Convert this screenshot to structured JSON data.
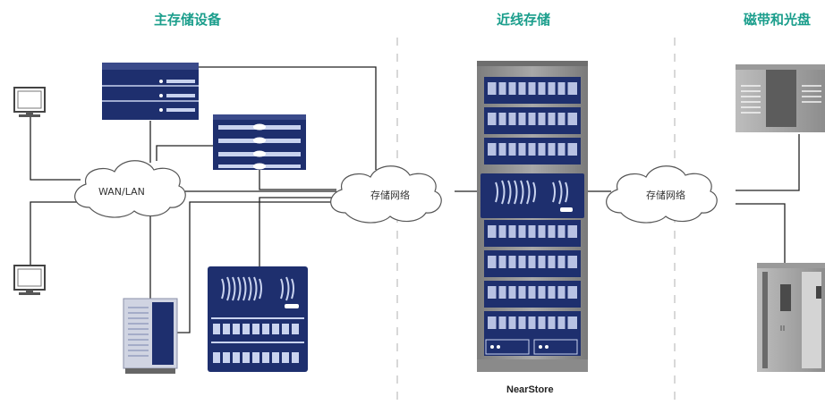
{
  "sections": {
    "primary_storage": "主存储设备",
    "nearline_storage": "近线存储",
    "tape_optical": "磁带和光盘"
  },
  "clouds": {
    "wan_lan": "WAN/LAN",
    "storage_network_left": "存储网络",
    "storage_network_right": "存储网络"
  },
  "nearstore_label": "NearStore",
  "colors": {
    "title_green": "#1b9e8c",
    "device_navy": "#1e2f6e",
    "device_stripe": "#c9d3ef",
    "rack_gray": "#8c8c8c",
    "line": "#222222",
    "divider": "#bdbdbd"
  },
  "icons": [
    "monitor-icon",
    "server-icon",
    "filer-icon",
    "cloud-icon",
    "rack-icon",
    "tape-library-icon"
  ]
}
